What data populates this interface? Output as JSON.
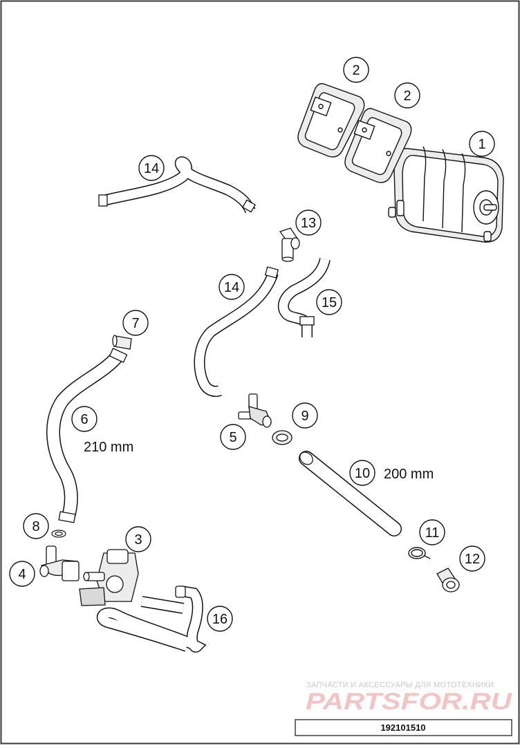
{
  "diagram": {
    "callouts": [
      {
        "id": "c1",
        "label": "1"
      },
      {
        "id": "c2a",
        "label": "2"
      },
      {
        "id": "c2b",
        "label": "2"
      },
      {
        "id": "c3",
        "label": "3"
      },
      {
        "id": "c4",
        "label": "4"
      },
      {
        "id": "c5",
        "label": "5"
      },
      {
        "id": "c6",
        "label": "6"
      },
      {
        "id": "c7",
        "label": "7"
      },
      {
        "id": "c8",
        "label": "8"
      },
      {
        "id": "c9",
        "label": "9"
      },
      {
        "id": "c10",
        "label": "10"
      },
      {
        "id": "c11",
        "label": "11"
      },
      {
        "id": "c12",
        "label": "12"
      },
      {
        "id": "c13",
        "label": "13"
      },
      {
        "id": "c14a",
        "label": "14"
      },
      {
        "id": "c14b",
        "label": "14"
      },
      {
        "id": "c15",
        "label": "15"
      },
      {
        "id": "c16",
        "label": "16"
      }
    ],
    "dimension_6": "210 mm",
    "dimension_10": "200 mm",
    "drawing_code": "192101510"
  },
  "watermark": {
    "tagline": "ЗАПЧАСТИ И АКСЕССУАРЫ ДЛЯ МОТОТЕХНИКИ",
    "logo": "PARTSFOR.RU",
    "color": "#f2c4c4"
  },
  "colors": {
    "border": "#3a3a3a",
    "line": "#111111",
    "fill": "#ffffff",
    "shade": "#d9d9d9"
  }
}
